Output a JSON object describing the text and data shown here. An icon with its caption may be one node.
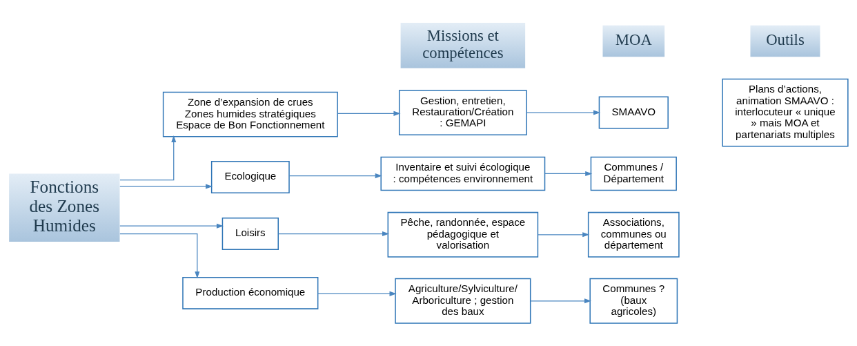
{
  "diagram": {
    "nodes": [
      {
        "text": [
          "Fonctions des Zones Humides"
        ]
      },
      {
        "text": [
          "Missions et compétences"
        ]
      },
      {
        "text": [
          "MOA"
        ]
      },
      {
        "text": [
          "Outils"
        ]
      },
      {
        "text": [
          "Zone d’expansion de crues",
          "Zones humides stratégiques",
          "Espace de Bon Fonctionnement"
        ]
      },
      {
        "text": [
          "Ecologique"
        ]
      },
      {
        "text": [
          "Loisirs"
        ]
      },
      {
        "text": [
          "Production économique"
        ]
      },
      {
        "text": [
          "Gestion, entretien, Restauration/Création : GEMAPI"
        ]
      },
      {
        "text": [
          "Inventaire et suivi écologique : compétences environnement"
        ]
      },
      {
        "text": [
          "Pêche, randonnée, espace pédagogique et valorisation"
        ]
      },
      {
        "text": [
          "Agriculture/Sylviculture/ Arboriculture ; gestion des baux"
        ]
      },
      {
        "text": [
          "SMAAVO"
        ]
      },
      {
        "text": [
          "Communes / Département"
        ]
      },
      {
        "text": [
          "Associations, communes ou département"
        ]
      },
      {
        "text": [
          "Communes ? (baux agricoles)"
        ]
      },
      {
        "text": [
          "Plans d’actions, animation SMAAVO : interlocuteur « unique » mais MOA et partenariats multiples"
        ]
      }
    ],
    "edges": [
      {
        "from": 0,
        "to": 4,
        "arrow": "to"
      },
      {
        "from": 0,
        "to": 5,
        "arrow": "to"
      },
      {
        "from": 0,
        "to": 6,
        "arrow": "to"
      },
      {
        "from": 0,
        "to": 7,
        "arrow": "to"
      },
      {
        "from": 4,
        "to": 8,
        "arrow": "to"
      },
      {
        "from": 5,
        "to": 9,
        "arrow": "to"
      },
      {
        "from": 6,
        "to": 10,
        "arrow": "to"
      },
      {
        "from": 7,
        "to": 11,
        "arrow": "to"
      },
      {
        "from": 8,
        "to": 12,
        "arrow": "to"
      },
      {
        "from": 9,
        "to": 13,
        "arrow": "to"
      },
      {
        "from": 10,
        "to": 14,
        "arrow": "to"
      },
      {
        "from": 11,
        "to": 15,
        "arrow": "to"
      }
    ]
  }
}
